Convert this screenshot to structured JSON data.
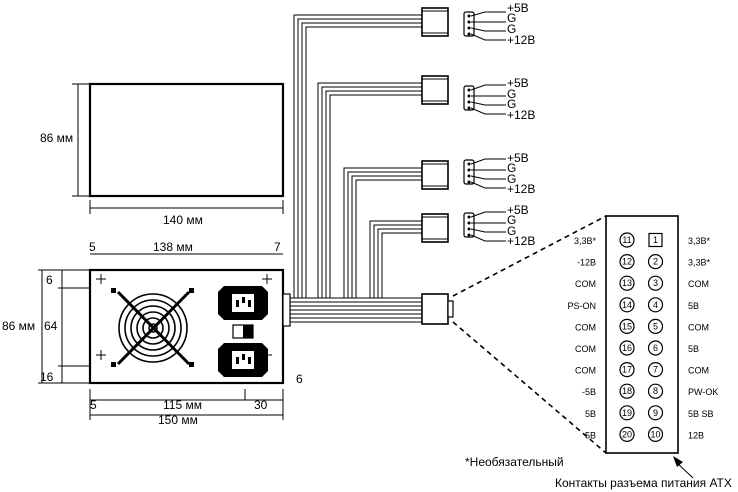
{
  "top_view": {
    "height_label": "86 мм",
    "width_label": "140 мм"
  },
  "front_view": {
    "dims": {
      "left_margin": "5",
      "inner_width": "138 мм",
      "right_margin": "7",
      "height": "86 мм",
      "top_offset": "6",
      "middle": "64",
      "bottom_offset": "16",
      "side_offset": "6",
      "bottom_left": "5",
      "bottom_mid": "115 мм",
      "bottom_right": "30",
      "total_width": "150 мм"
    }
  },
  "molex_connectors": [
    {
      "pins": [
        "+5В",
        "G",
        "G",
        "+12В"
      ]
    },
    {
      "pins": [
        "+5В",
        "G",
        "G",
        "+12В"
      ]
    },
    {
      "pins": [
        "+5В",
        "G",
        "G",
        "+12В"
      ]
    },
    {
      "pins": [
        "+5В",
        "G",
        "G",
        "+12В"
      ]
    }
  ],
  "atx_pinout": {
    "left_pins": [
      {
        "num": "11",
        "label": "3,3В*"
      },
      {
        "num": "12",
        "label": "-12В"
      },
      {
        "num": "13",
        "label": "COM"
      },
      {
        "num": "14",
        "label": "PS-ON"
      },
      {
        "num": "15",
        "label": "COM"
      },
      {
        "num": "16",
        "label": "COM"
      },
      {
        "num": "17",
        "label": "COM"
      },
      {
        "num": "18",
        "label": "-5В"
      },
      {
        "num": "19",
        "label": "5В"
      },
      {
        "num": "20",
        "label": "5В"
      }
    ],
    "right_pins": [
      {
        "num": "1",
        "label": "3,3В*"
      },
      {
        "num": "2",
        "label": "3,3В*"
      },
      {
        "num": "3",
        "label": "COM"
      },
      {
        "num": "4",
        "label": "5В"
      },
      {
        "num": "5",
        "label": "COM"
      },
      {
        "num": "6",
        "label": "5В"
      },
      {
        "num": "7",
        "label": "COM"
      },
      {
        "num": "8",
        "label": "PW-OK"
      },
      {
        "num": "9",
        "label": "5В SB"
      },
      {
        "num": "10",
        "label": "12В"
      }
    ],
    "footnote": "*Необязательный",
    "caption": "Контакты разъема питания ATX"
  }
}
